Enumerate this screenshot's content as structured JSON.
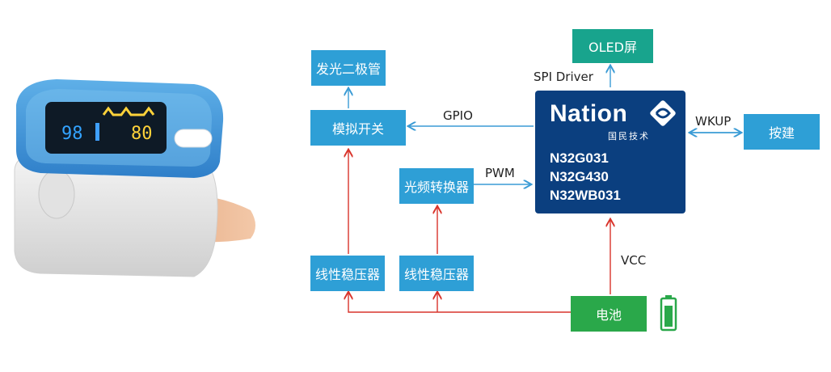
{
  "boxes": {
    "led": "发光二极管",
    "analog_switch": "模拟开关",
    "photo_converter": "光频转换器",
    "ldo_left": "线性稳压器",
    "ldo_mid": "线性稳压器",
    "battery": "电池",
    "oled": "OLED屏",
    "button": "按建"
  },
  "mcu": {
    "brand": "Nation",
    "brand_cn": "国民技术",
    "models": [
      "N32G031",
      "N32G430",
      "N32WB031"
    ]
  },
  "labels": {
    "gpio": "GPIO",
    "pwm": "PWM",
    "spi": "SPI Driver",
    "wkup": "WKUP",
    "vcc": "VCC"
  },
  "device": {
    "reading_left": "98",
    "reading_right": "80"
  },
  "colors": {
    "box_blue": "#2e9fd6",
    "box_teal": "#18a48d",
    "box_green": "#2aa84a",
    "mcu_navy": "#0b3f7f",
    "power_line": "#d9342b",
    "signal_line": "#3a9bd5"
  }
}
